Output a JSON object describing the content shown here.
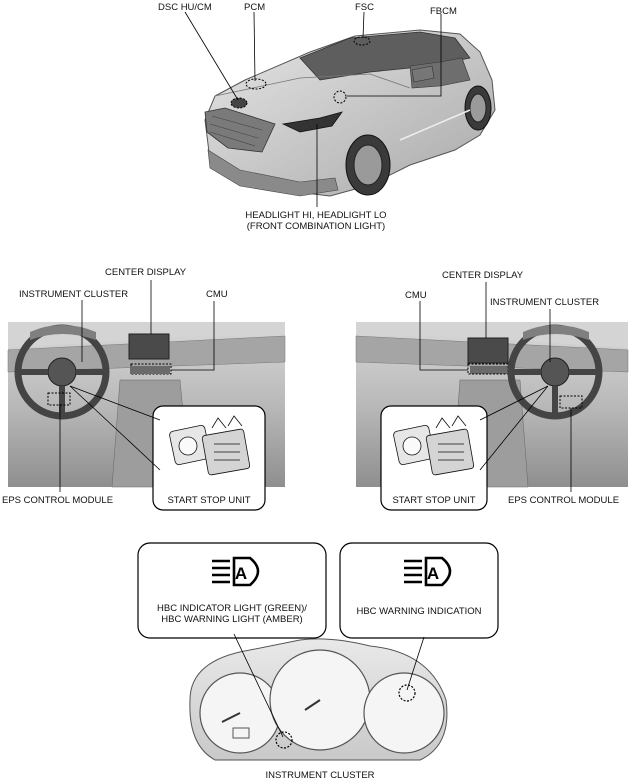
{
  "vehicle": {
    "labels": {
      "dsc_hu_cm": "DSC HU/CM",
      "pcm": "PCM",
      "fsc": "FSC",
      "fbcm": "FBCM",
      "headlight_line1": "HEADLIGHT HI, HEADLIGHT LO",
      "headlight_line2": "(FRONT COMBINATION LIGHT)"
    }
  },
  "lhd_dash": {
    "labels": {
      "center_display": "CENTER DISPLAY",
      "instrument_cluster": "INSTRUMENT CLUSTER",
      "cmu": "CMU",
      "eps_control_module": "EPS CONTROL MODULE",
      "start_stop_unit": "START STOP UNIT"
    }
  },
  "rhd_dash": {
    "labels": {
      "center_display": "CENTER DISPLAY",
      "cmu": "CMU",
      "instrument_cluster": "INSTRUMENT CLUSTER",
      "eps_control_module": "EPS CONTROL MODULE",
      "start_stop_unit": "START STOP UNIT"
    }
  },
  "cluster": {
    "callout_left": {
      "line1": "HBC INDICATOR LIGHT (GREEN)/",
      "line2": "HBC WARNING LIGHT (AMBER)",
      "icon": "auto-high-beam-icon"
    },
    "callout_right": {
      "line1": "HBC WARNING INDICATION",
      "icon": "auto-high-beam-icon"
    },
    "caption": "INSTRUMENT CLUSTER"
  }
}
